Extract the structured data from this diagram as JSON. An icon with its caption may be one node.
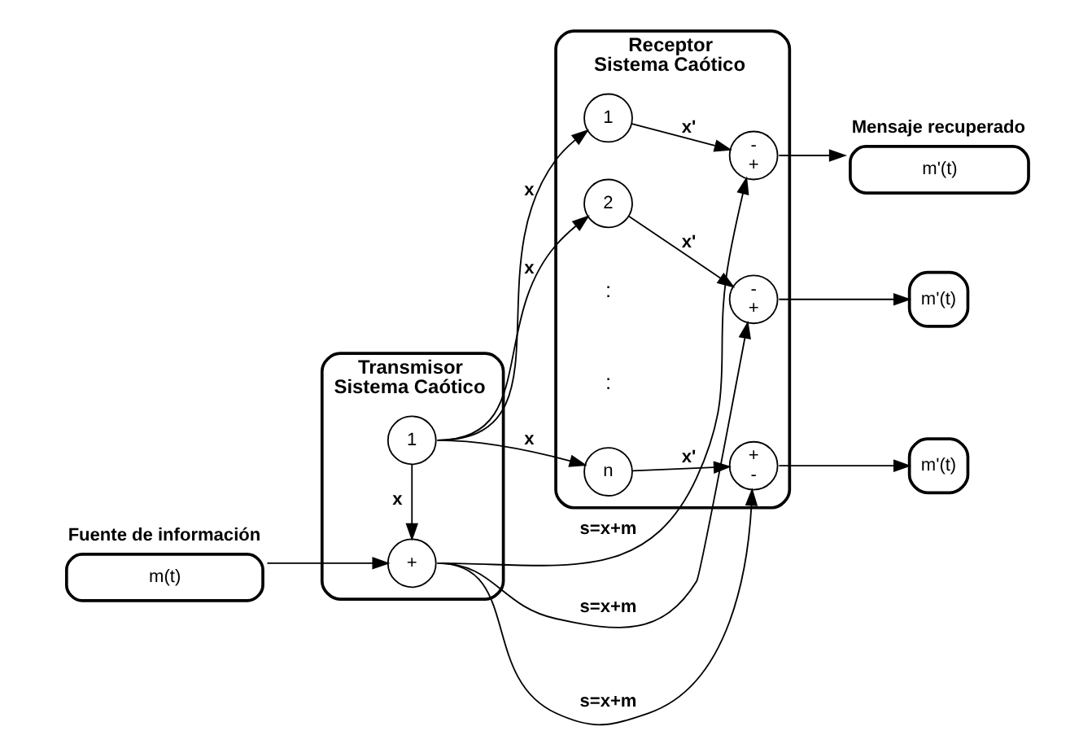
{
  "diagram": {
    "nodes": [
      {
        "text": [
          "Transmisor",
          "Sistema Caótico"
        ]
      },
      {
        "text": [
          "1"
        ],
        "in": 0
      },
      {
        "text": [
          "+"
        ],
        "in": 0
      },
      {
        "text": [
          "m(t)"
        ],
        "beside": [
          "Fuente de información"
        ]
      },
      {
        "text": [
          "Receptor",
          "Sistema Caótico"
        ]
      },
      {
        "text": [
          "1"
        ],
        "in": 4
      },
      {
        "text": [
          "2"
        ],
        "in": 4
      },
      {
        "text": [
          "n"
        ],
        "in": 4
      },
      {
        "text": [
          "-",
          "+"
        ],
        "in": 4
      },
      {
        "text": [
          "-",
          "+"
        ],
        "in": 4
      },
      {
        "text": [
          "+",
          "-"
        ],
        "in": 4
      },
      {
        "text": [
          "m'(t)"
        ],
        "beside": [
          "Mensaje recuperado"
        ]
      },
      {
        "text": [
          "m'(t)"
        ]
      },
      {
        "text": [
          "m'(t)"
        ]
      }
    ],
    "edges": [
      {
        "from": 1,
        "to": 2,
        "arrow": "to",
        "label": "x"
      },
      {
        "from": 3,
        "to": 2,
        "arrow": "to"
      },
      {
        "from": 1,
        "to": 5,
        "arrow": "to",
        "label": "x"
      },
      {
        "from": 1,
        "to": 6,
        "arrow": "to",
        "label": "x"
      },
      {
        "from": 1,
        "to": 7,
        "arrow": "to",
        "label": "x"
      },
      {
        "from": 5,
        "to": 8,
        "arrow": "to",
        "label": "x'"
      },
      {
        "from": 6,
        "to": 9,
        "arrow": "to",
        "label": "x'"
      },
      {
        "from": 7,
        "to": 10,
        "arrow": "to",
        "label": "x'"
      },
      {
        "from": 2,
        "to": 10,
        "arrow": "to",
        "label": "s=x+m"
      },
      {
        "from": 2,
        "to": 9,
        "arrow": "to",
        "label": "s=x+m"
      },
      {
        "from": 2,
        "to": 8,
        "arrow": "to",
        "label": "s=x+m"
      },
      {
        "from": 8,
        "to": 11,
        "arrow": "to"
      },
      {
        "from": 9,
        "to": 12,
        "arrow": "to"
      },
      {
        "from": 10,
        "to": 13,
        "arrow": "to"
      }
    ],
    "labels": [
      ":",
      ":"
    ]
  }
}
